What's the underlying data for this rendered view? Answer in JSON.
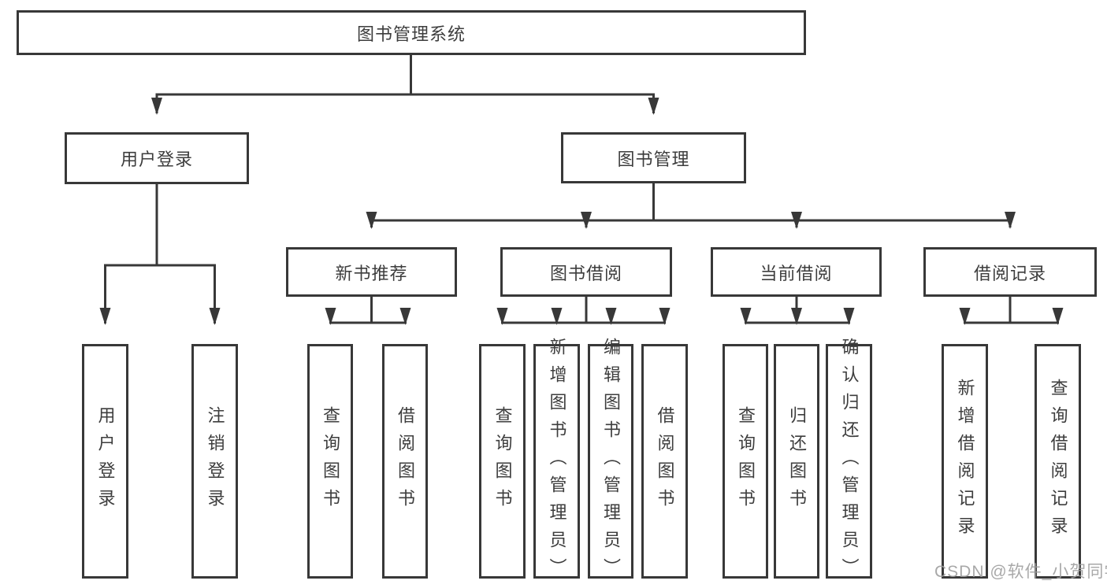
{
  "tree": {
    "root": "图书管理系统",
    "branches": {
      "user_login": {
        "label": "用户登录",
        "children": [
          "用户登录",
          "注销登录"
        ]
      },
      "book_management": {
        "label": "图书管理",
        "sections": {
          "new_book_recommend": {
            "label": "新书推荐",
            "children": [
              "查询图书",
              "借阅图书"
            ]
          },
          "book_borrow": {
            "label": "图书借阅",
            "children": [
              "查询图书",
              "新增图书（管理员）",
              "编辑图书（管理员）",
              "借阅图书"
            ]
          },
          "current_borrow": {
            "label": "当前借阅",
            "children": [
              "查询图书",
              "归还图书",
              "确认归还（管理员）"
            ]
          },
          "borrow_records": {
            "label": "借阅记录",
            "children": [
              "新增借阅记录",
              "查询借阅记录"
            ]
          }
        }
      }
    }
  },
  "watermark": {
    "text": "CSDN @软件_小贺同学"
  },
  "colors": {
    "line": "#383838",
    "text": "#3d3d3d",
    "background": "#ffffff",
    "watermark": "#9d9d9d"
  }
}
